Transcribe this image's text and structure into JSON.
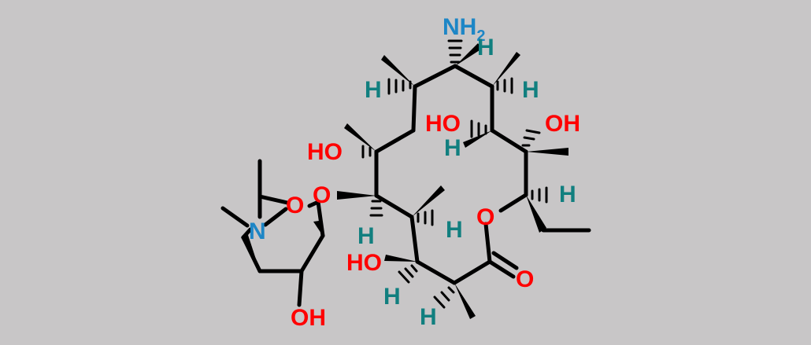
{
  "colors": {
    "background": "#c8c6c7",
    "bond": "#000000",
    "oxygen": "#ff0000",
    "nitrogen": "#1d86c6",
    "hydrogen": "#117f7f"
  },
  "atoms": {
    "nh2_n": "NH",
    "nh2_sub": "2",
    "h_amine": "H",
    "h_c10": "H",
    "h_c8": "H",
    "ho_c11": "HO",
    "h_c11": "H",
    "oh_c12": "OH",
    "ho_c6": "HO",
    "h_c13": "H",
    "o_link": "O",
    "h_c5": "H",
    "h_c4": "H",
    "ring_o": "O",
    "ho_c3": "HO",
    "h_c3": "H",
    "h_c2": "H",
    "carbonyl_o": "O",
    "sugar_o": "O",
    "sugar_n": "N",
    "sugar_oh": "OH"
  }
}
